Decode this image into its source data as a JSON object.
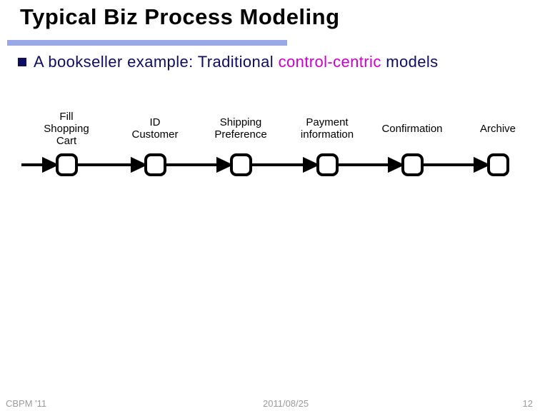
{
  "slide": {
    "title": "Typical Biz Process Modeling",
    "bullet": {
      "text_before": "A bookseller example: Traditional ",
      "highlight": "control-centric",
      "text_after": " models"
    },
    "diagram": {
      "stages": [
        {
          "label": "Fill\nShopping\nCart"
        },
        {
          "label": "ID\nCustomer"
        },
        {
          "label": "Shipping\nPreference"
        },
        {
          "label": "Payment\ninformation"
        },
        {
          "label": "Confirmation"
        },
        {
          "label": "Archive"
        }
      ]
    },
    "footer": {
      "conference": "CBPM '11",
      "date": "2011/08/25",
      "page_number": "12"
    },
    "colors": {
      "title_underline": "#9AA8E8",
      "body_text": "#0D0D62",
      "highlight_text": "#CC00CC",
      "footer_text": "#9B9B9B",
      "diagram_stroke": "#000000"
    }
  }
}
